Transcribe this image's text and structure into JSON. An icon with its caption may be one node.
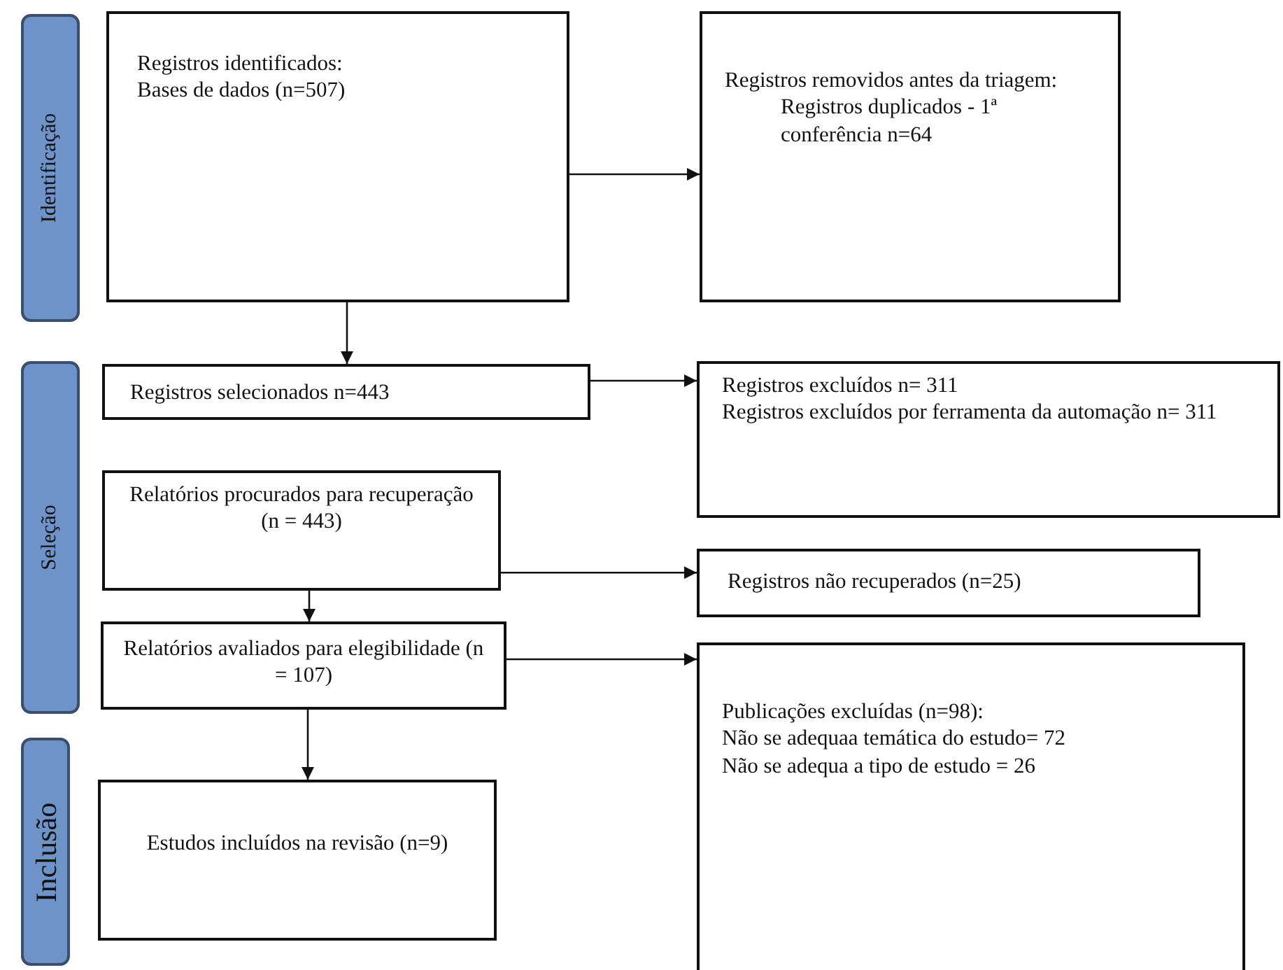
{
  "diagram": {
    "nodes": [
      {
        "text": [
          "Identificação"
        ]
      },
      {
        "text": [
          "Registros identificados:",
          "Bases de dados (n=507)"
        ]
      },
      {
        "text": [
          "Registros removidos antes da triagem:",
          "Registros duplicados - 1ª conferência n=64"
        ]
      },
      {
        "text": [
          "Seleção"
        ]
      },
      {
        "text": [
          "Registros selecionados n=443"
        ]
      },
      {
        "text": [
          "Registros excluídos n= 311",
          "Registros excluídos por ferramenta da automação n= 311"
        ]
      },
      {
        "text": [
          "Relatórios procurados para recuperação (n = 443)"
        ]
      },
      {
        "text": [
          "Registros não recuperados (n=25)"
        ]
      },
      {
        "text": [
          "Relatórios avaliados para elegibilidade (n = 107)"
        ]
      },
      {
        "text": [
          "Publicações excluídas (n=98):",
          "Não se adequaa temática do estudo= 72",
          "Não se adequa a tipo de estudo = 26"
        ]
      },
      {
        "text": [
          "Inclusão"
        ]
      },
      {
        "text": [
          "Estudos incluídos na revisão (n=9)"
        ]
      }
    ],
    "edges": [
      {
        "from": 1,
        "to": 2,
        "arrow": "to"
      },
      {
        "from": 1,
        "to": 4,
        "arrow": "to"
      },
      {
        "from": 4,
        "to": 5,
        "arrow": "to"
      },
      {
        "from": 6,
        "to": 7,
        "arrow": "to"
      },
      {
        "from": 6,
        "to": 8,
        "arrow": "to"
      },
      {
        "from": 8,
        "to": 9,
        "arrow": "to"
      },
      {
        "from": 8,
        "to": 11,
        "arrow": "to"
      }
    ]
  }
}
